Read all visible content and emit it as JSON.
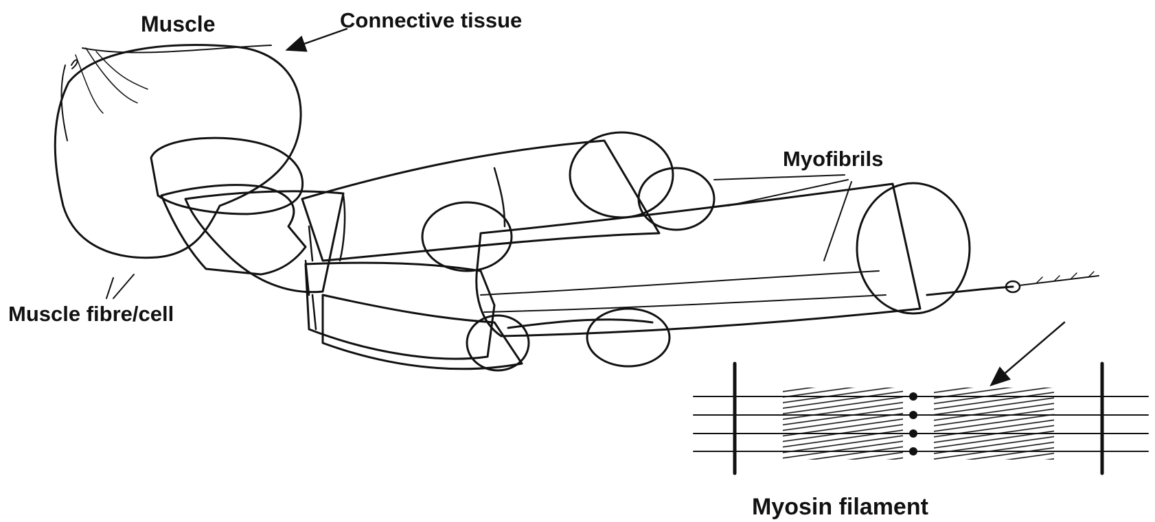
{
  "diagram": {
    "labels": {
      "muscle": "Muscle",
      "connective_tissue": "Connective tissue",
      "myofibrils": "Myofibrils",
      "muscle_fibre": "Muscle fibre/cell",
      "myosin_filament": "Myosin filament"
    },
    "colors": {
      "ink": "#111111",
      "paper": "#ffffff"
    }
  }
}
